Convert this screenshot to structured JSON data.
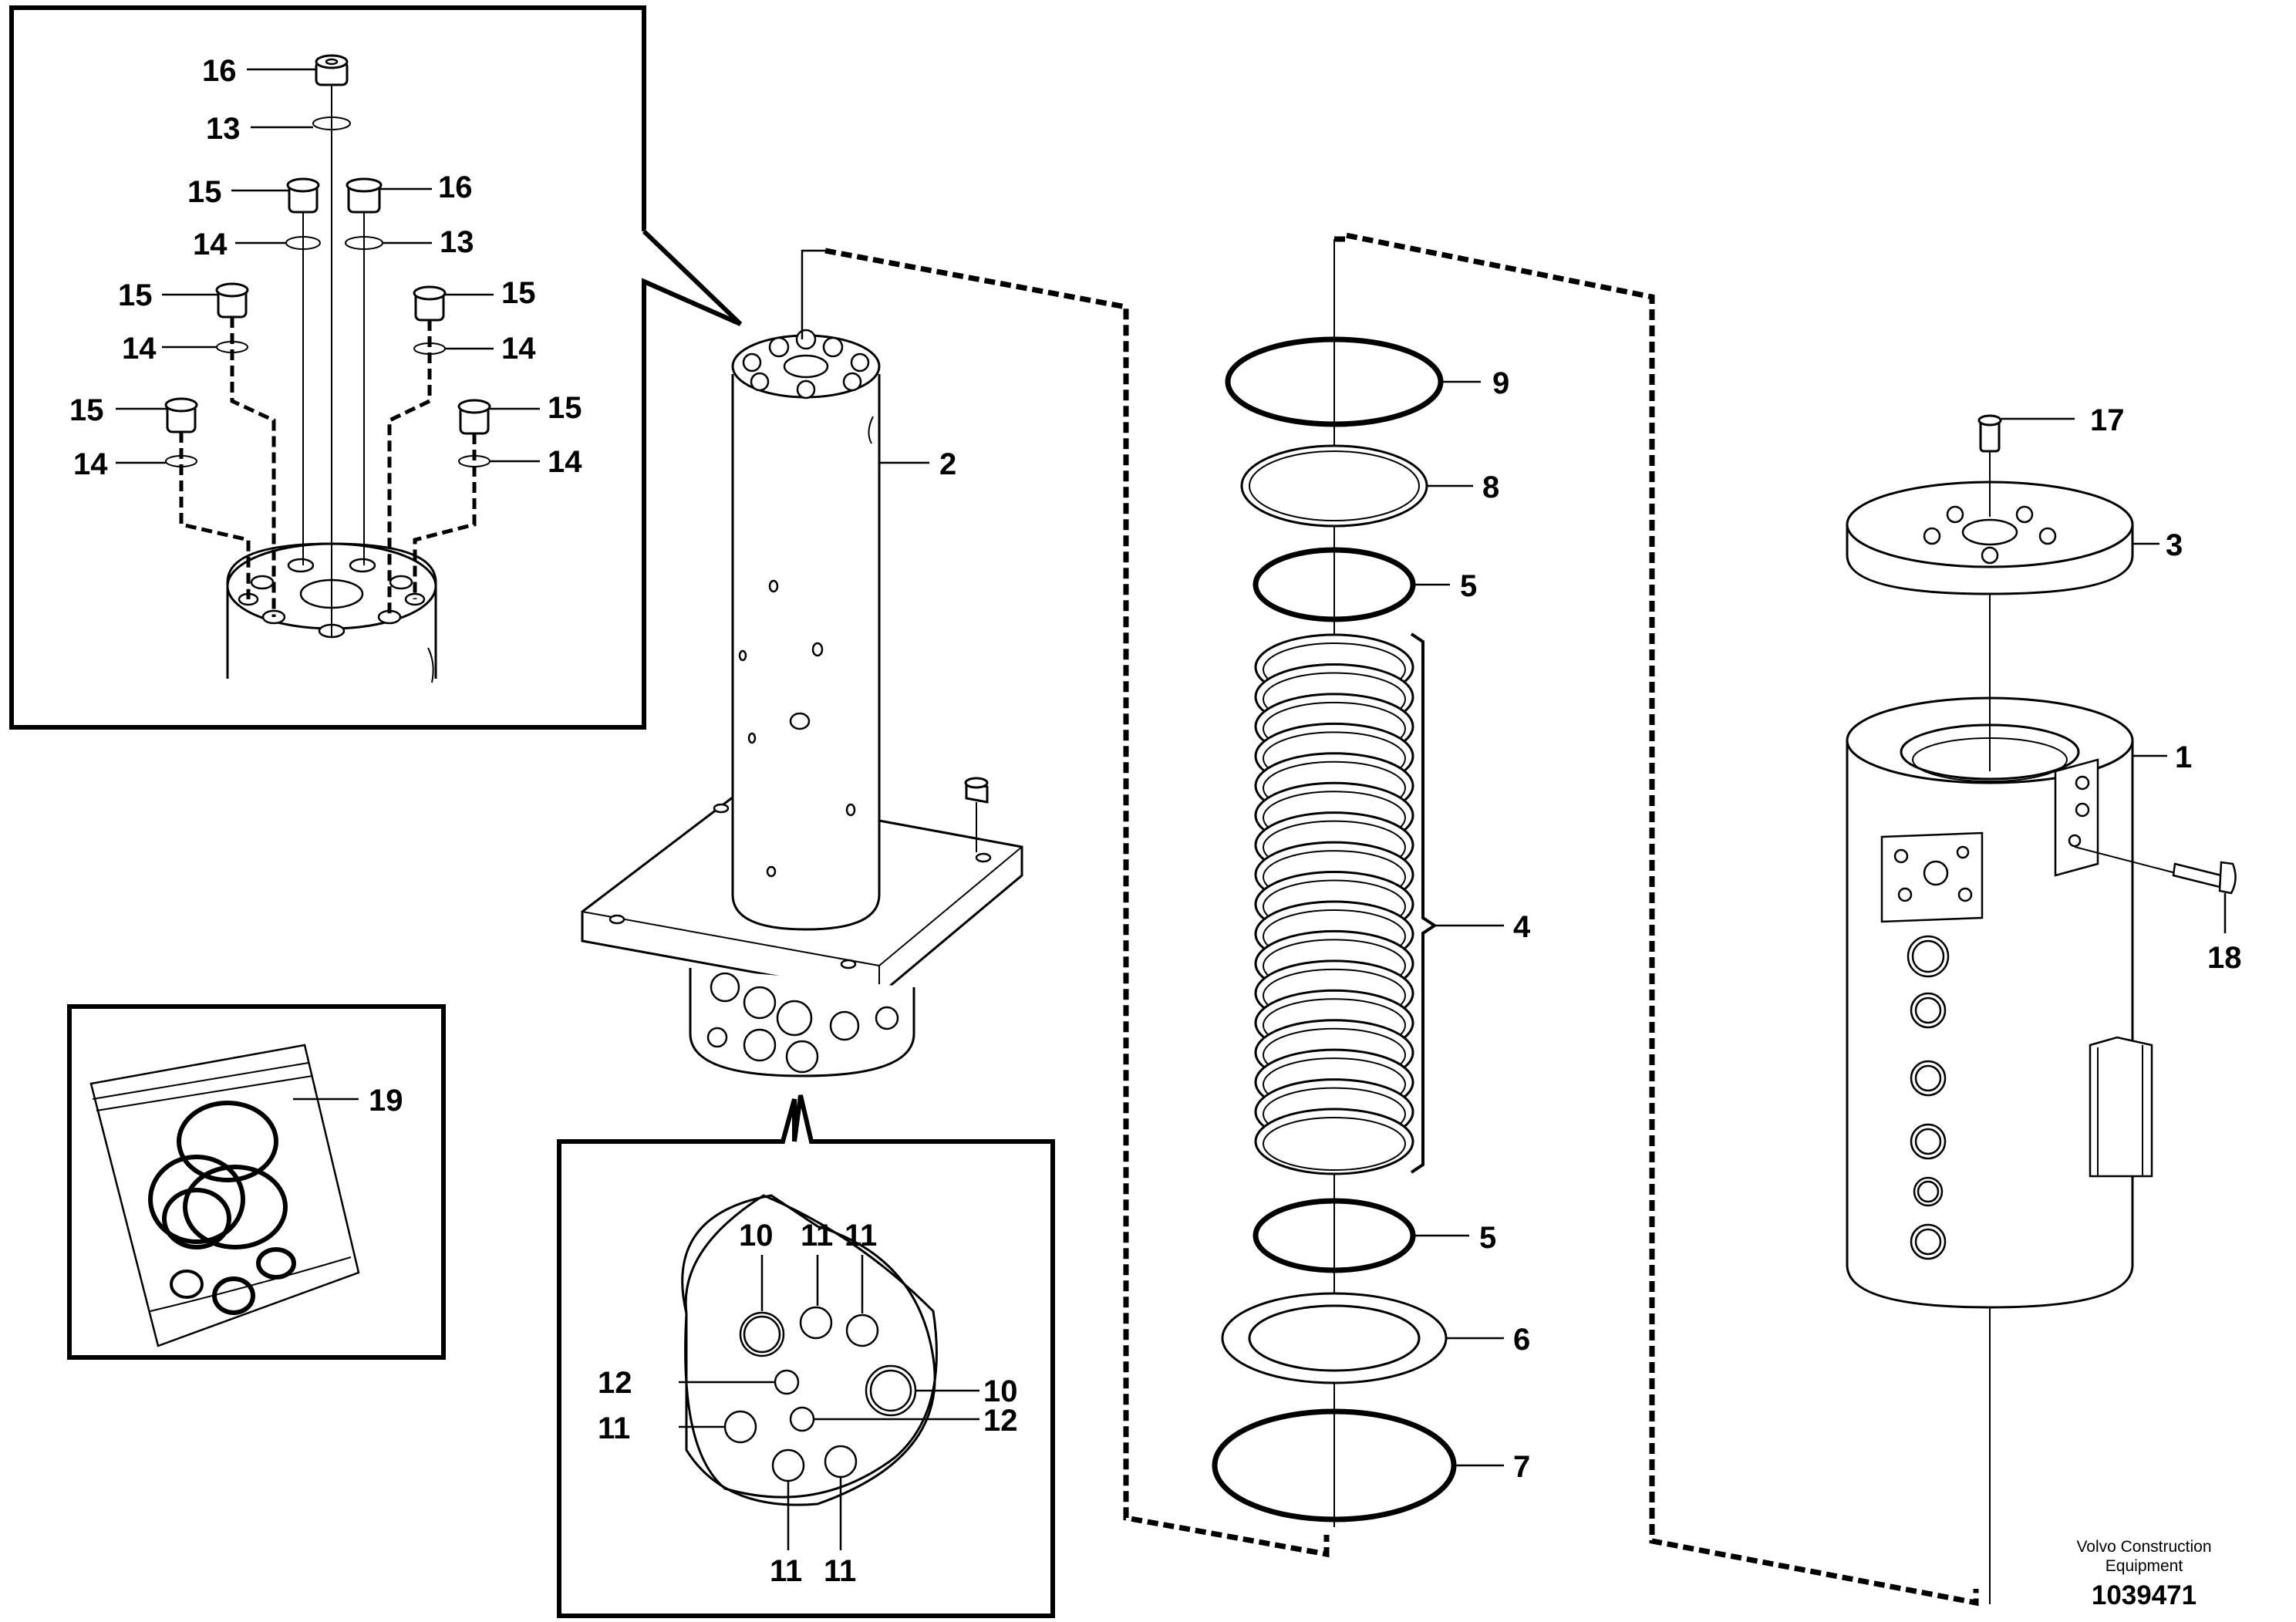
{
  "callouts": {
    "c1": "1",
    "c2": "2",
    "c3": "3",
    "c4": "4",
    "c5a": "5",
    "c5b": "5",
    "c6": "6",
    "c7": "7",
    "c8": "8",
    "c9": "9",
    "c10a": "10",
    "c10b": "10",
    "c11a": "11",
    "c11b": "11",
    "c11c": "11",
    "c11d": "11",
    "c11e": "11",
    "c12a": "12",
    "c12b": "12",
    "c13a": "13",
    "c13b": "13",
    "c14a": "14",
    "c14b": "14",
    "c14c": "14",
    "c14d": "14",
    "c14e": "14",
    "c15a": "15",
    "c15b": "15",
    "c15c": "15",
    "c15d": "15",
    "c15e": "15",
    "c16a": "16",
    "c16b": "16",
    "c17": "17",
    "c18": "18",
    "c19": "19"
  },
  "footer": {
    "brand_line1": "Volvo Construction",
    "brand_line2": "Equipment",
    "document_number": "1039471"
  }
}
